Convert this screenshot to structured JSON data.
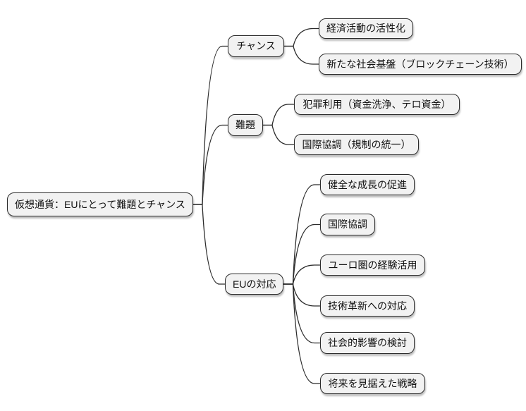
{
  "diagram": {
    "type": "mindmap",
    "background": "#ffffff",
    "node_fill": "#f2f2f2",
    "node_border": "#2b2b2b",
    "edge_color": "#2a2a2a",
    "root": {
      "label": "仮想通貨：EUにとって難題とチャンス",
      "children": [
        {
          "label": "チャンス",
          "children": [
            {
              "label": "経済活動の活性化"
            },
            {
              "label": "新たな社会基盤（ブロックチェーン技術）"
            }
          ]
        },
        {
          "label": "難題",
          "children": [
            {
              "label": "犯罪利用（資金洗浄、テロ資金）"
            },
            {
              "label": "国際協調（規制の統一）"
            }
          ]
        },
        {
          "label": "EUの対応",
          "children": [
            {
              "label": "健全な成長の促進"
            },
            {
              "label": "国際協調"
            },
            {
              "label": "ユーロ圏の経験活用"
            },
            {
              "label": "技術革新への対応"
            },
            {
              "label": "社会的影響の検討"
            },
            {
              "label": "将来を見据えた戦略"
            }
          ]
        }
      ]
    }
  }
}
